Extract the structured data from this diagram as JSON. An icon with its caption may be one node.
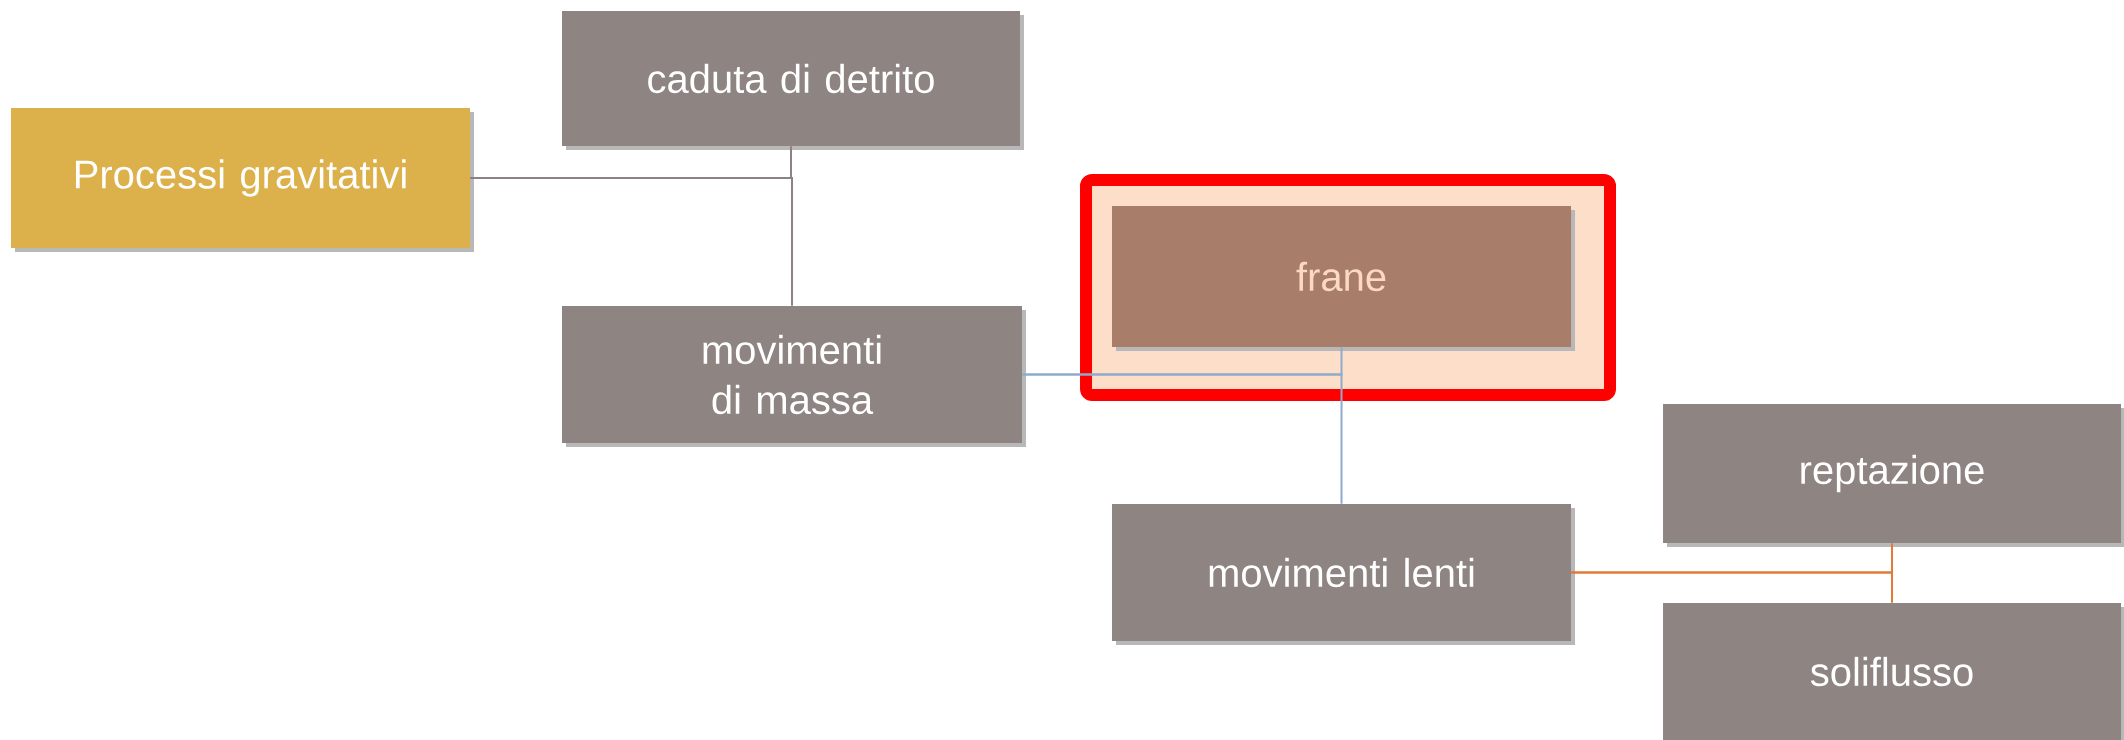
{
  "diagram": {
    "nodes": [
      {
        "text": [
          "Processi gravitativi"
        ]
      },
      {
        "text": [
          "caduta di detrito"
        ]
      },
      {
        "text": [
          "movimenti di massa"
        ]
      },
      {
        "text": [],
        "shape": "box"
      },
      {
        "text": [
          "frane"
        ],
        "in": 3
      },
      {
        "text": [
          "movimenti lenti"
        ]
      },
      {
        "text": [
          "reptazione"
        ]
      },
      {
        "text": [
          "soliflusso"
        ]
      }
    ],
    "edges": [
      {
        "from": 0,
        "to": 1,
        "arrow": "none",
        "color": "#8c8282"
      },
      {
        "from": 0,
        "to": 2,
        "arrow": "none",
        "color": "#8c8282"
      },
      {
        "from": 2,
        "to": 4,
        "arrow": "none",
        "color": "#8eaacc"
      },
      {
        "from": 2,
        "to": 5,
        "arrow": "none",
        "color": "#8eaacc"
      },
      {
        "from": 5,
        "to": 6,
        "arrow": "none",
        "color": "#e07a36"
      },
      {
        "from": 5,
        "to": 7,
        "arrow": "none",
        "color": "#e07a36"
      }
    ]
  }
}
